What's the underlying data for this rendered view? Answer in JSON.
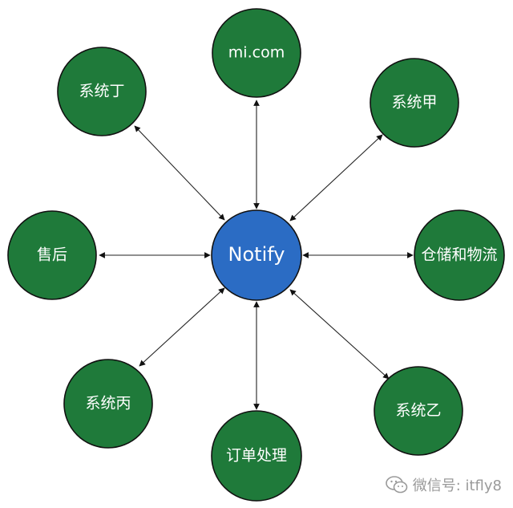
{
  "diagram": {
    "hub": {
      "label": "Notify"
    },
    "nodes": [
      {
        "id": "mi",
        "label": "mi.com"
      },
      {
        "id": "jia",
        "label": "系统甲"
      },
      {
        "id": "cangchu",
        "label": "仓储和物流"
      },
      {
        "id": "yi",
        "label": "系统乙"
      },
      {
        "id": "dingdan",
        "label": "订单处理"
      },
      {
        "id": "bing",
        "label": "系统丙"
      },
      {
        "id": "shouhou",
        "label": "售后"
      },
      {
        "id": "ding",
        "label": "系统丁"
      }
    ],
    "edges": [
      {
        "from": "hub",
        "to": "mi",
        "direction": "both"
      },
      {
        "from": "hub",
        "to": "jia",
        "direction": "both"
      },
      {
        "from": "hub",
        "to": "cangchu",
        "direction": "both"
      },
      {
        "from": "hub",
        "to": "yi",
        "direction": "both"
      },
      {
        "from": "hub",
        "to": "dingdan",
        "direction": "both"
      },
      {
        "from": "hub",
        "to": "bing",
        "direction": "both"
      },
      {
        "from": "hub",
        "to": "shouhou",
        "direction": "both"
      },
      {
        "from": "hub",
        "to": "ding",
        "direction": "both"
      }
    ]
  },
  "colors": {
    "node_fill": "#1f7a3a",
    "hub_fill": "#2b6cc4",
    "stroke": "#111111",
    "watermark": "#9a9a9a"
  },
  "watermark": {
    "icon": "wechat-icon",
    "text": "微信号: itfly8"
  }
}
